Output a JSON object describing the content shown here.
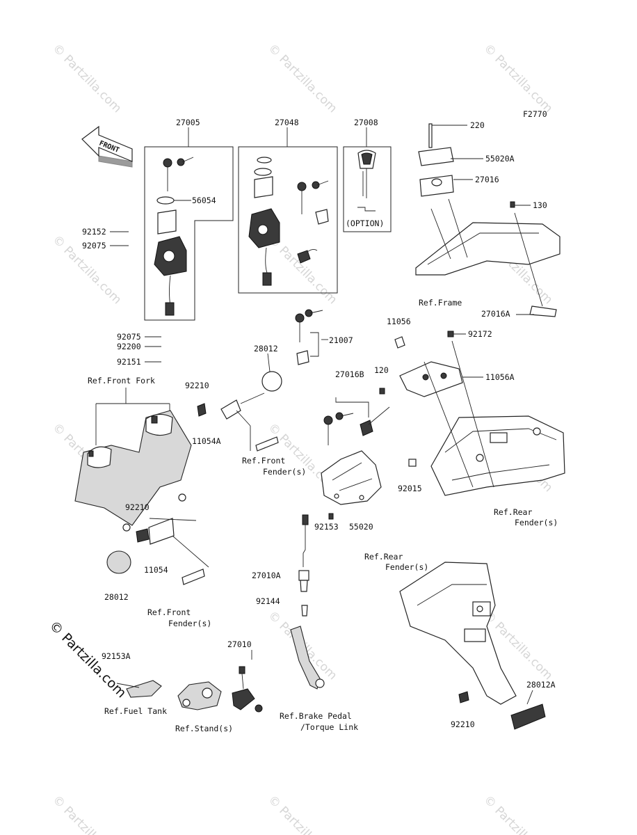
{
  "figure_code": "F2770",
  "watermark": "© Partzilla.com",
  "front_arrow": "FRONT",
  "option_note": "(OPTION)",
  "parts": {
    "p27005": "27005",
    "p27048": "27048",
    "p27008": "27008",
    "p56054": "56054",
    "p92152": "92152",
    "p92075a": "92075",
    "p92075b": "92075",
    "p92200": "92200",
    "p92151": "92151",
    "p220": "220",
    "p55020A": "55020A",
    "p27016": "27016",
    "p130": "130",
    "p27016A": "27016A",
    "p21007": "21007",
    "p28012a": "28012",
    "p92210a": "92210",
    "p11054A": "11054A",
    "p11056": "11056",
    "p92172": "92172",
    "p120": "120",
    "p11056A": "11056A",
    "p27016B": "27016B",
    "p92015": "92015",
    "p55020": "55020",
    "p92153": "92153",
    "p92210b": "92210",
    "p11054": "11054",
    "p28012b": "28012",
    "p27010A": "27010A",
    "p92144": "92144",
    "p92153A": "92153A",
    "p27010": "27010",
    "p28012A": "28012A",
    "p92210c": "92210"
  },
  "refs": {
    "frame": "Ref.Frame",
    "front_fork": "Ref.Front Fork",
    "front_fender_1a": "Ref.Front",
    "front_fender_1b": "Fender(s)",
    "front_fender_2a": "Ref.Front",
    "front_fender_2b": "Fender(s)",
    "rear_fender_1a": "Ref.Rear",
    "rear_fender_1b": "Fender(s)",
    "rear_fender_2a": "Ref.Rear",
    "rear_fender_2b": "Fender(s)",
    "fuel_tank": "Ref.Fuel Tank",
    "stand": "Ref.Stand(s)",
    "brake_a": "Ref.Brake Pedal",
    "brake_b": "/Torque Link"
  }
}
